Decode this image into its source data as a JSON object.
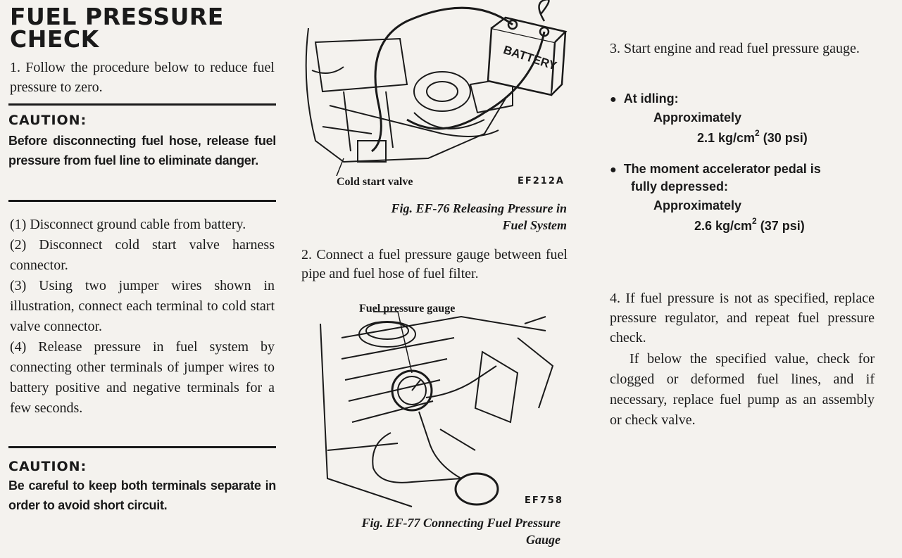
{
  "heading": {
    "line1": "FUEL PRESSURE",
    "line2": "CHECK"
  },
  "left": {
    "intro": "1.   Follow the procedure below to reduce fuel pressure to zero.",
    "caution1": {
      "title": "CAUTION:",
      "text": "Before disconnecting fuel hose, release fuel pressure from fuel line to eliminate danger."
    },
    "steps": [
      "(1)   Disconnect ground cable from battery.",
      "(2)   Disconnect cold start valve harness connector.",
      "(3)   Using two jumper wires shown in illustration, connect each terminal to cold start valve connector.",
      "(4)   Release pressure in fuel system by connecting other terminals of jumper wires to battery positive and negative terminals for a few seconds."
    ],
    "caution2": {
      "title": "CAUTION:",
      "text": "Be careful to keep both terminals separate in order to avoid short circuit."
    }
  },
  "middle": {
    "figure1": {
      "label": "Cold start valve",
      "battery_text": "BATTERY",
      "code": "EF212A",
      "caption_line1": "Fig. EF-76  Releasing Pressure in",
      "caption_line2": "Fuel System"
    },
    "step2": "2.   Connect a fuel pressure gauge between fuel pipe and fuel hose of fuel filter.",
    "figure2": {
      "label": "Fuel pressure gauge",
      "code": "EF758",
      "caption_line1": "Fig. EF-77 Connecting Fuel Pressure",
      "caption_line2": "Gauge"
    }
  },
  "right": {
    "step3": "3.   Start engine and read fuel pressure gauge.",
    "bullet_glyph": "●",
    "spec1": {
      "condition": "At idling:",
      "approx": "Approximately",
      "value_prefix": "2.1 kg/cm",
      "value_sup": "2",
      "value_suffix": " (30 psi)"
    },
    "spec2": {
      "condition_line1": "The moment accelerator pedal is",
      "condition_line2": "fully depressed:",
      "approx": "Approximately",
      "value_prefix": "2.6 kg/cm",
      "value_sup": "2",
      "value_suffix": " (37 psi)"
    },
    "step4": "4.   If fuel pressure is not as specified, replace pressure regulator, and repeat fuel pressure check.",
    "step4_para2": "If below the specified value, check for clogged or deformed fuel lines, and if necessary, replace fuel pump as an assembly or check valve."
  }
}
